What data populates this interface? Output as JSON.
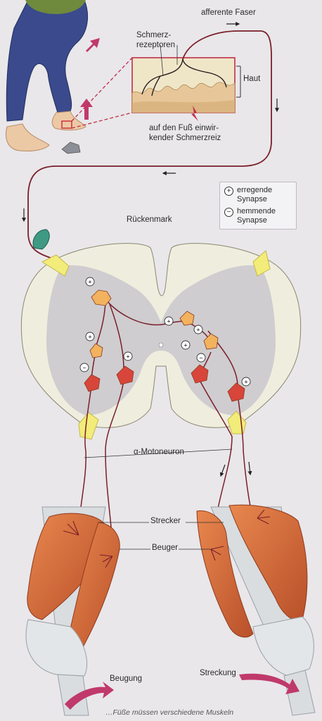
{
  "labels": {
    "afferent": "afferente Faser",
    "receptors_line1": "Schmerz-",
    "receptors_line2": "rezeptoren",
    "skin": "Haut",
    "stimulus_line1": "auf den Fuß einwir-",
    "stimulus_line2": "kender Schmerzreiz",
    "spinal_cord": "Rückenmark",
    "motoneuron": "α-Motoneuron",
    "extensor": "Strecker",
    "flexor": "Beuger",
    "flexion": "Beugung",
    "extension": "Streckung"
  },
  "legend": {
    "excitatory_symbol": "+",
    "excitatory_line1": "erregende",
    "excitatory_line2": "Synapse",
    "inhibitory_symbol": "−",
    "inhibitory_line1": "hemmende",
    "inhibitory_line2": "Synapse"
  },
  "caption": "…Füße müssen verschiedene Muskeln",
  "colors": {
    "nerve": "#7a1f2a",
    "grey_matter": "#cfcdd0",
    "white_matter": "#efeede",
    "ganglion": "#f2ec7a",
    "excitatory_neuron": "#f2b25e",
    "inhibitory_neuron": "#d8453b",
    "muscle": "#d9683a",
    "bone": "#d9dde0",
    "arrow": "#c0396b",
    "skin": "#e8cfa3"
  }
}
